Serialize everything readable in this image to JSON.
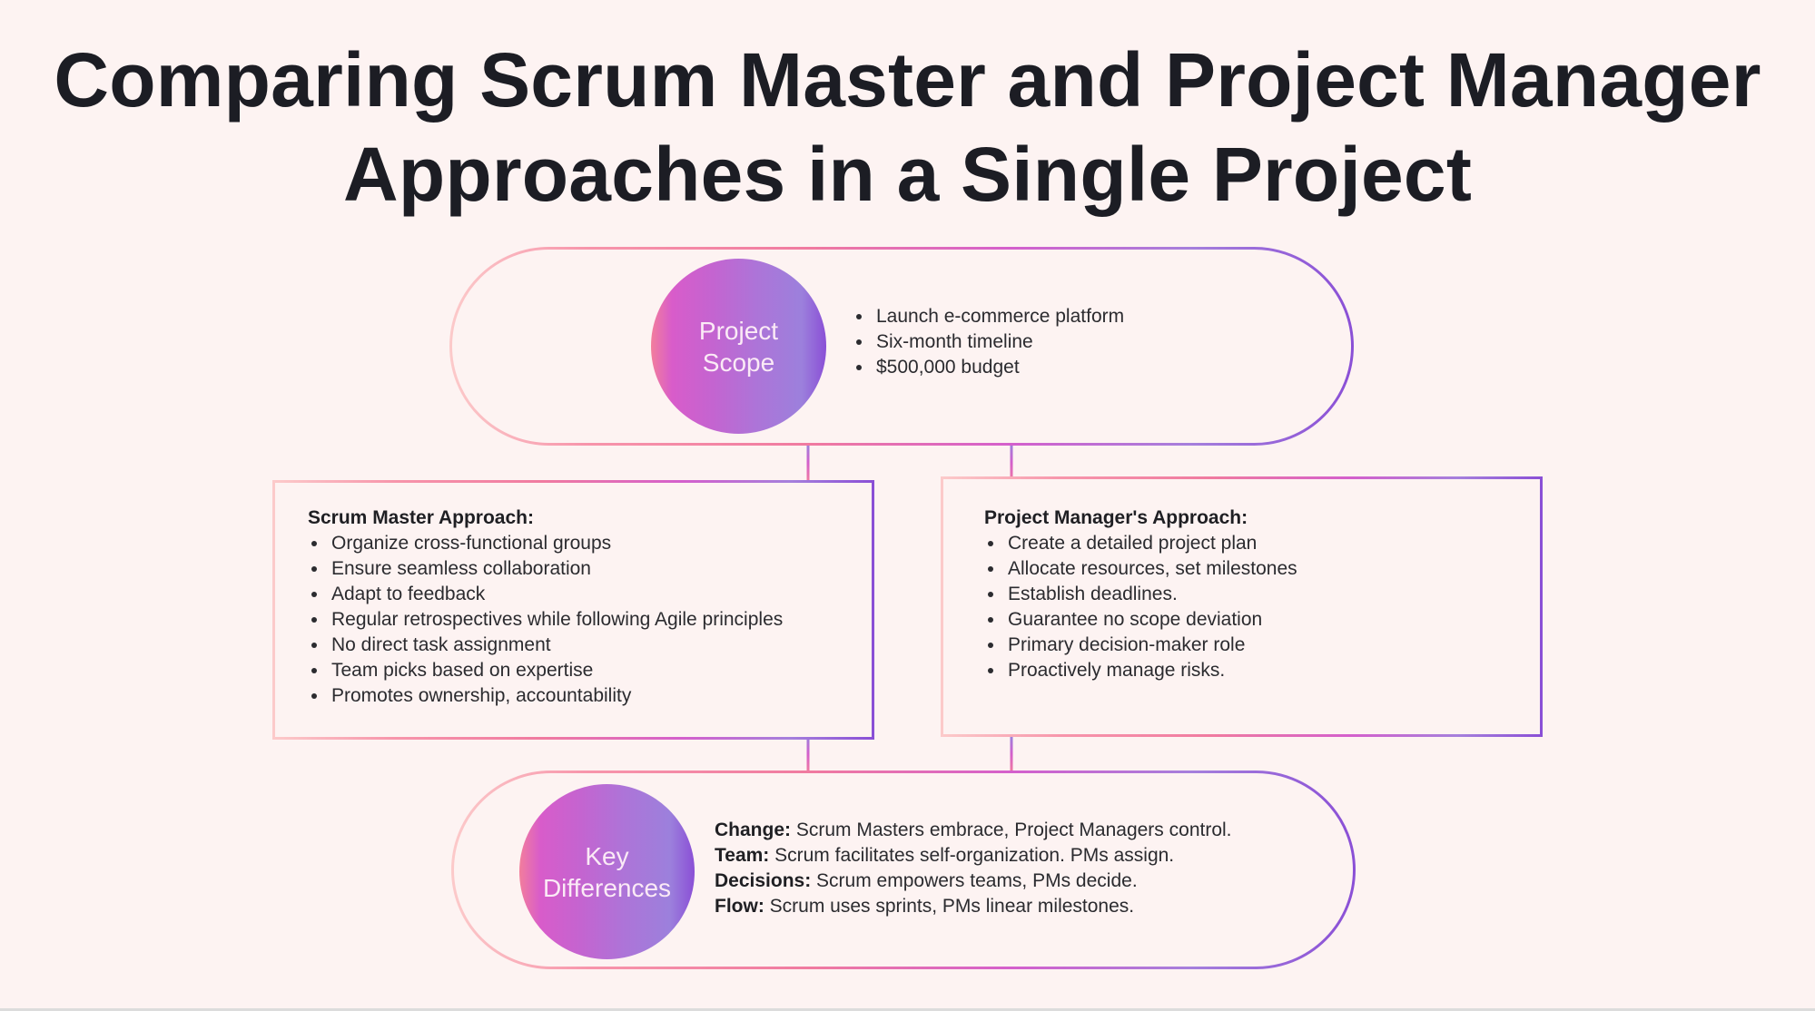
{
  "title": {
    "line1": "Comparing Scrum Master and Project Manager",
    "line2": "Approaches in a Single Project"
  },
  "colors": {
    "background": "#fdf3f2",
    "title_text": "#1c1d24",
    "gradient_pink": "#f7a9b8",
    "gradient_magenta": "#d85cca",
    "gradient_lavender": "#9c80dc",
    "gradient_purple": "#8a4fd6"
  },
  "project_scope": {
    "circle_line1": "Project",
    "circle_line2": "Scope",
    "icon": "bullet-dot",
    "items": [
      "Launch e-commerce platform",
      "Six-month timeline",
      "$500,000 budget"
    ]
  },
  "scrum_master": {
    "heading": "Scrum Master Approach:",
    "items": [
      "Organize cross-functional groups",
      "Ensure seamless collaboration",
      "Adapt to feedback",
      "Regular retrospectives while following Agile principles",
      "No direct task assignment",
      "Team picks based on expertise",
      "Promotes ownership, accountability"
    ]
  },
  "project_manager": {
    "heading": "Project Manager's Approach:",
    "items": [
      "Create a detailed project plan",
      "Allocate resources, set milestones",
      "Establish deadlines.",
      "Guarantee no scope deviation",
      "Primary decision-maker role",
      "Proactively manage risks."
    ]
  },
  "key_differences": {
    "circle_line1": "Key",
    "circle_line2": "Differences",
    "rows": [
      {
        "label": "Change:",
        "text": " Scrum Masters embrace, Project Managers control."
      },
      {
        "label": "Team:",
        "text": " Scrum facilitates self-organization. PMs assign."
      },
      {
        "label": "Decisions:",
        "text": " Scrum empowers teams, PMs decide."
      },
      {
        "label": "Flow:",
        "text": " Scrum uses sprints, PMs linear milestones."
      }
    ]
  }
}
